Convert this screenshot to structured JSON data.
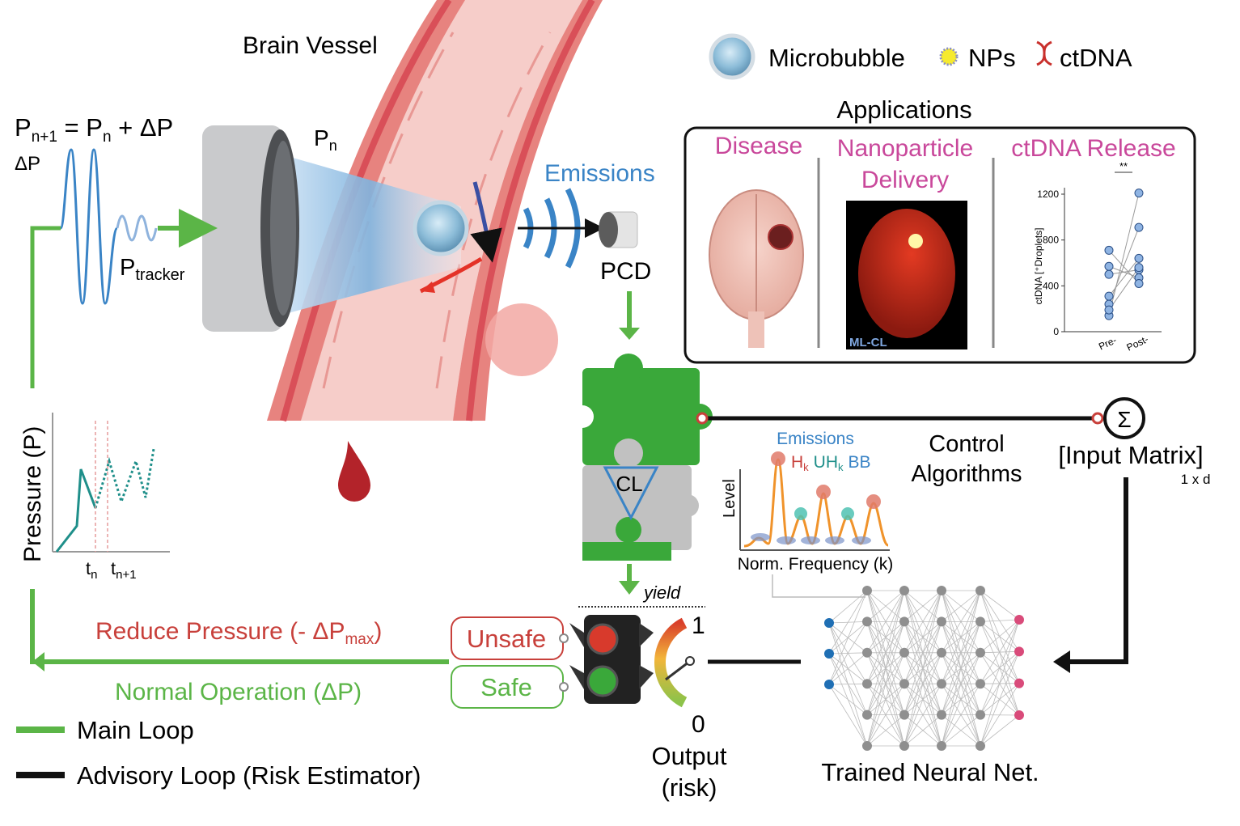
{
  "equation": {
    "lhs": "P",
    "lhs_sub": "n+1",
    "eq": " = P",
    "mid_sub": "n",
    "rhs": " + ΔP"
  },
  "delta_p": "ΔP",
  "p_tracker": {
    "base": "P",
    "sub": "tracker"
  },
  "pn_label": {
    "base": "P",
    "sub": "n"
  },
  "vessel_title": "Brain Vessel",
  "emissions_label": "Emissions",
  "pcd_label": "PCD",
  "legend_top": {
    "microbubble": "Microbubble",
    "nps": "NPs",
    "ctdna": "ctDNA"
  },
  "applications": {
    "title": "Applications",
    "disease": "Disease",
    "np_line1": "Nanoparticle",
    "np_line2": "Delivery",
    "ctdna_release": "ctDNA Release",
    "mri_tag": "ML-CL",
    "significance": "**"
  },
  "chart_data": {
    "type": "scatter",
    "ylabel": "ctDNA [⁺Droplets]",
    "categories": [
      "Pre-",
      "Post-"
    ],
    "yticks": [
      "1200",
      "800",
      "400",
      "0"
    ],
    "ylim": [
      0,
      1300
    ],
    "pairs": [
      [
        140,
        1210
      ],
      [
        240,
        910
      ],
      [
        310,
        640
      ],
      [
        500,
        540
      ],
      [
        570,
        470
      ],
      [
        710,
        420
      ],
      [
        190,
        560
      ]
    ]
  },
  "pressure_plot": {
    "ylabel": "Pressure (P)",
    "t_n": "t",
    "t_n_sub": "n",
    "t_n1": "t",
    "t_n1_sub": "n+1"
  },
  "cl_label": "CL",
  "spectrum": {
    "title": "Emissions",
    "hk": "H",
    "hk_sub": "k",
    "uhk": "UH",
    "uhk_sub": "k",
    "bb": "BB",
    "ylabel": "Level",
    "xlabel": "Norm. Frequency (k)"
  },
  "control_algorithms": {
    "line1": "Control",
    "line2": "Algorithms"
  },
  "input_matrix": {
    "label": "[Input Matrix]",
    "dims": "1 x d",
    "sigma": "Σ"
  },
  "yield_label": "yield",
  "risk": {
    "one": "1",
    "zero": "0",
    "line1": "Output",
    "line2": "(risk)"
  },
  "unsafe_label": "Unsafe",
  "safe_label": "Safe",
  "reduce_label": "Reduce Pressure (- ΔP",
  "reduce_sub": "max",
  "reduce_close": ")",
  "normal_label": "Normal Operation (ΔP)",
  "nn_label": "Trained Neural Net.",
  "legend_bottom": {
    "main": "Main Loop",
    "advisory": "Advisory Loop (Risk Estimator)"
  },
  "colors": {
    "green": "#5bb547",
    "red_text": "#c8403b",
    "blue_text": "#3a84c6",
    "magenta": "#c9489b",
    "teal": "#2aa198",
    "orange": "#f0932b"
  }
}
